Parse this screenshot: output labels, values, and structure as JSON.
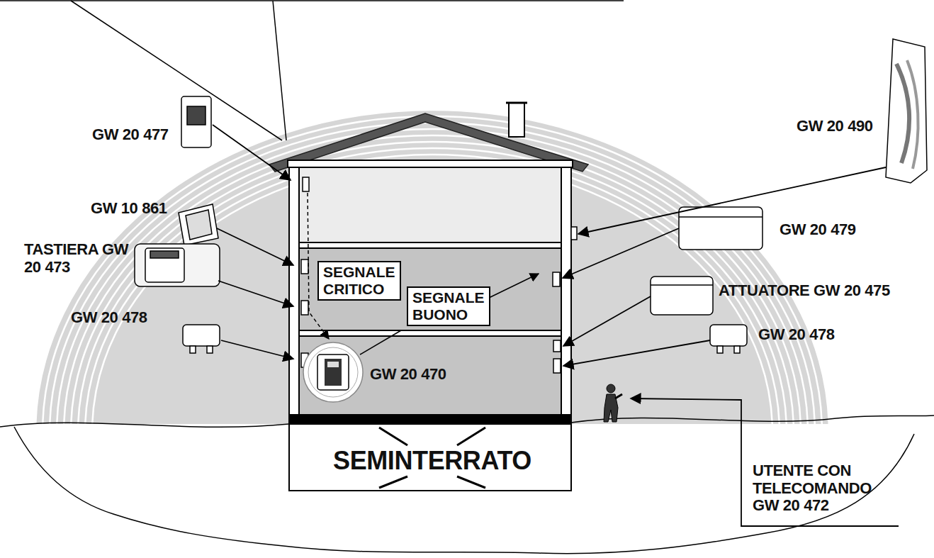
{
  "diagram": {
    "nodes": [
      {
        "text": [
          "SEGNALE CRITICO"
        ]
      },
      {
        "text": [
          "SEGNALE BUONO"
        ]
      }
    ],
    "labels": [
      "GW 20 477",
      "GW 10 861",
      "TASTIERA GW 20 473",
      "GW 20 478",
      "GW 20 490",
      "GW 20 479",
      "ATTUATORE GW 20 475",
      "GW 20 478",
      "GW 20 470",
      "SEMINTERRATO",
      "UTENTE CON TELECOMANDO GW 20 472"
    ]
  }
}
